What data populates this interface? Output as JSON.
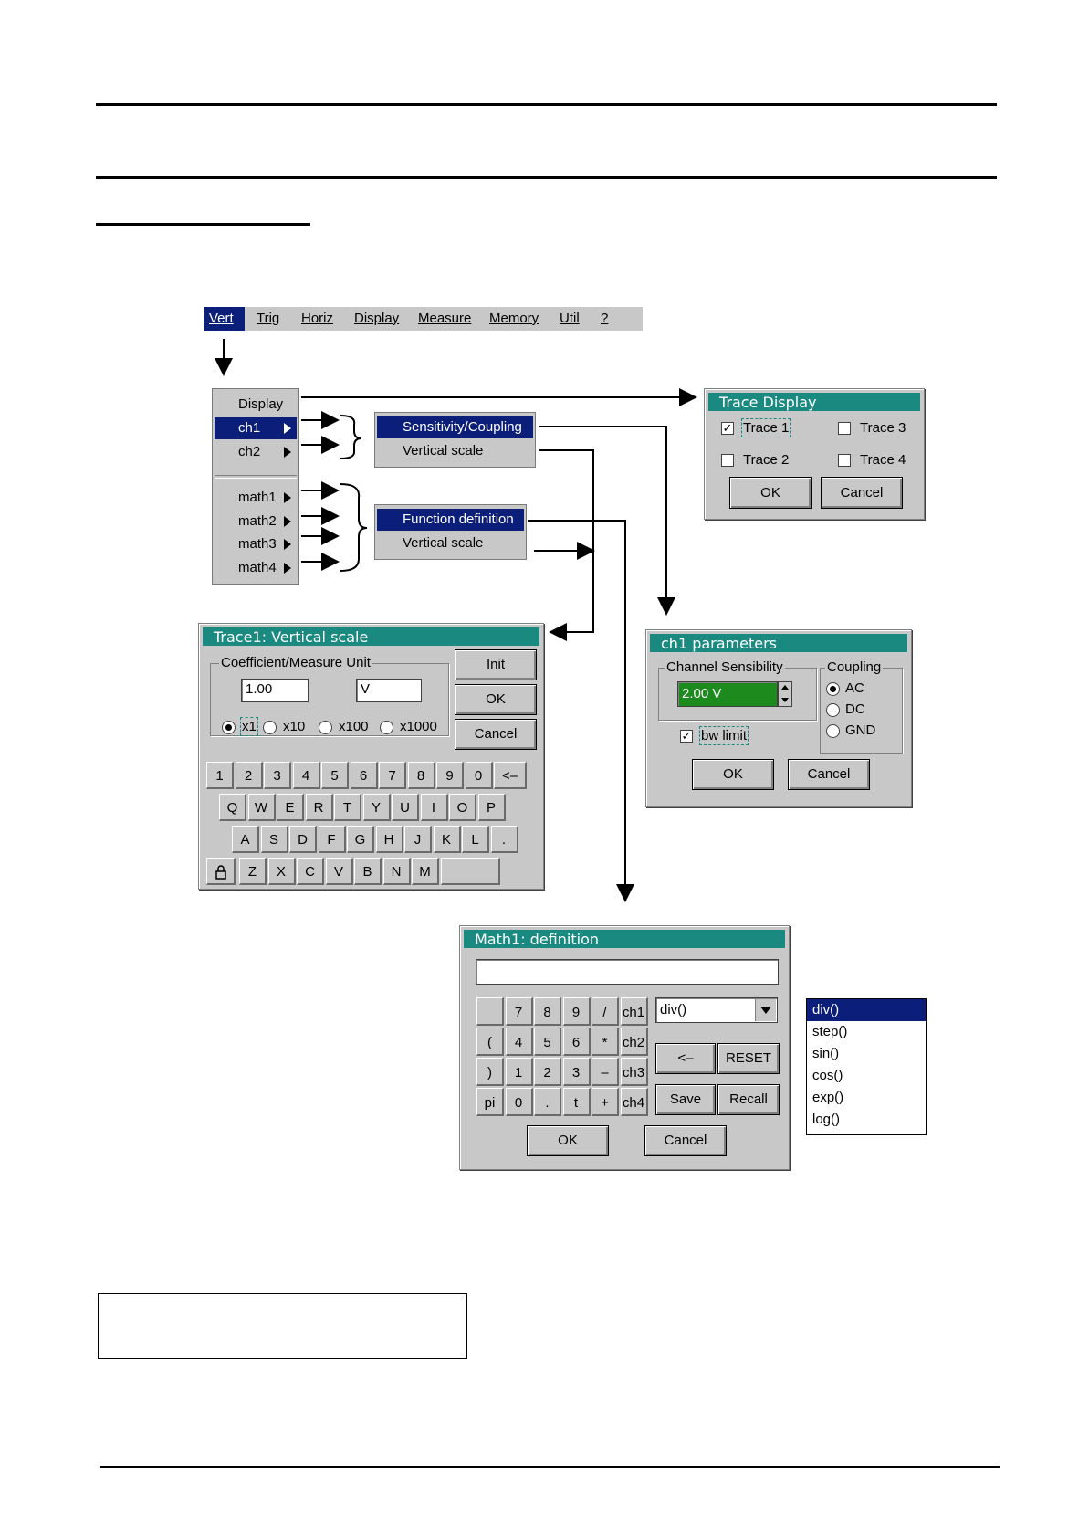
{
  "menubar": {
    "items": [
      {
        "label": "Vert",
        "selected": true
      },
      {
        "label": "Trig"
      },
      {
        "label": "Horiz"
      },
      {
        "label": "Display"
      },
      {
        "label": "Measure"
      },
      {
        "label": "Memory"
      },
      {
        "label": "Util"
      },
      {
        "label": "?"
      }
    ]
  },
  "vert_menu": {
    "display": "Display",
    "ch1": "ch1",
    "ch2": "ch2",
    "math1": "math1",
    "math2": "math2",
    "math3": "math3",
    "math4": "math4"
  },
  "ch_submenu": {
    "sensitivity": "Sensitivity/Coupling",
    "vertical_scale": "Vertical scale"
  },
  "math_submenu": {
    "function_definition": "Function definition",
    "vertical_scale": "Vertical scale"
  },
  "trace_display": {
    "title": "Trace Display",
    "trace1": "Trace 1",
    "trace2": "Trace 2",
    "trace3": "Trace 3",
    "trace4": "Trace 4",
    "trace1_checked": true,
    "trace2_checked": false,
    "trace3_checked": false,
    "trace4_checked": false,
    "ok": "OK",
    "cancel": "Cancel"
  },
  "vertical_scale": {
    "title": "Trace1: Vertical scale",
    "group_label": "Coefficient/Measure Unit",
    "coefficient": "1.00",
    "unit": "V",
    "mult_x1": "x1",
    "mult_x10": "x10",
    "mult_x100": "x100",
    "mult_x1000": "x1000",
    "selected_multiplier": "x1",
    "init": "Init",
    "ok": "OK",
    "cancel": "Cancel",
    "keyboard": {
      "row1": [
        "1",
        "2",
        "3",
        "4",
        "5",
        "6",
        "7",
        "8",
        "9",
        "0",
        "<–"
      ],
      "row2": [
        "Q",
        "W",
        "E",
        "R",
        "T",
        "Y",
        "U",
        "I",
        "O",
        "P"
      ],
      "row3": [
        "A",
        "S",
        "D",
        "F",
        "G",
        "H",
        "J",
        "K",
        "L",
        "."
      ],
      "row4": [
        "Z",
        "X",
        "C",
        "V",
        "B",
        "N",
        "M",
        ""
      ],
      "lock_icon": "lock-icon"
    }
  },
  "ch1_parameters": {
    "title": "ch1 parameters",
    "sensitivity_label": "Channel Sensibility",
    "sensitivity_value": "2.00 V",
    "coupling_label": "Coupling",
    "ac": "AC",
    "dc": "DC",
    "gnd": "GND",
    "selected_coupling": "AC",
    "bw_limit": "bw limit",
    "bw_limit_checked": true,
    "ok": "OK",
    "cancel": "Cancel",
    "value_bg": "#1c8a1c"
  },
  "math_definition": {
    "title": "Math1: definition",
    "expression": "",
    "keypad": [
      [
        "",
        "7",
        "8",
        "9",
        "/",
        "ch1"
      ],
      [
        "(",
        "4",
        "5",
        "6",
        "*",
        "ch2"
      ],
      [
        ")",
        "1",
        "2",
        "3",
        "–",
        "ch3"
      ],
      [
        "pi",
        "0",
        ".",
        "t",
        "+",
        "ch4"
      ]
    ],
    "function_select": "div()",
    "back": "<–",
    "reset": "RESET",
    "save": "Save",
    "recall": "Recall",
    "ok": "OK",
    "cancel": "Cancel"
  },
  "function_list": {
    "items": [
      "div()",
      "step()",
      "sin()",
      "cos()",
      "exp()",
      "log()"
    ],
    "selected": "div()"
  },
  "colors": {
    "title_bar": "#1a8a80",
    "menu_selection": "#0a1e7a",
    "panel_gray": "#c8c8c8"
  }
}
